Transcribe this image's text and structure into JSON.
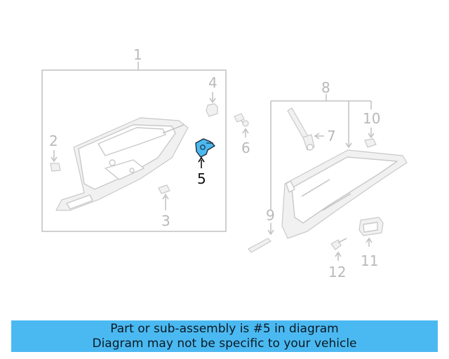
{
  "callouts": {
    "c1": "1",
    "c2": "2",
    "c3": "3",
    "c4": "4",
    "c5": "5",
    "c6": "6",
    "c7": "7",
    "c8": "8",
    "c9": "9",
    "c10": "10",
    "c11": "11",
    "c12": "12"
  },
  "highlighted_part": "5",
  "highlight_color": "#4bb9f1",
  "banner": {
    "line1": "Part or sub-assembly is #5 in diagram",
    "line2": "Diagram may not be specific to your vehicle"
  }
}
